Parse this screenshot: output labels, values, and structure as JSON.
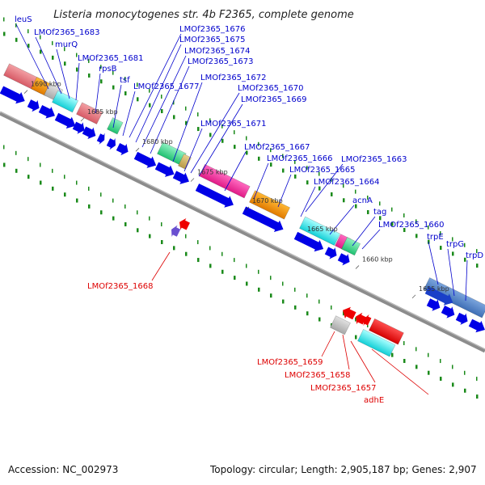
{
  "title": "Listeria monocytogenes str. 4b F2365, complete genome",
  "footer": {
    "accession": "Accession: NC_002973",
    "summary": "Topology: circular; Length: 2,905,187 bp; Genes: 2,907"
  },
  "colors": {
    "forward_label": "#0000cc",
    "reverse_label": "#dd0000",
    "backbone": "#808080",
    "dots": "#1a8a1a"
  },
  "ticks": [
    "1690 kbp",
    "1685 kbp",
    "1680 kbp",
    "1675 kbp",
    "1670 kbp",
    "1665 kbp",
    "1660 kbp",
    "1655 kbp"
  ],
  "forward_labels": [
    "leuS",
    "LMOf2365_1683",
    "murQ",
    "LMOf2365_1681",
    "rpsB",
    "tsf",
    "LMOf2365_1677",
    "LMOf2365_1676",
    "LMOf2365_1675",
    "LMOf2365_1674",
    "LMOf2365_1673",
    "LMOf2365_1672",
    "LMOf2365_1670",
    "LMOf2365_1669",
    "LMOf2365_1671",
    "LMOf2365_1667",
    "LMOf2365_1666",
    "LMOf2365_1665",
    "LMOf2365_1663",
    "LMOf2365_1664",
    "acnA",
    "tag",
    "LMOf2365_1660",
    "trpE",
    "trpG",
    "trpD"
  ],
  "reverse_labels": [
    "LMOf2365_1668",
    "LMOf2365_1659",
    "LMOf2365_1658",
    "LMOf2365_1657",
    "adhE"
  ]
}
